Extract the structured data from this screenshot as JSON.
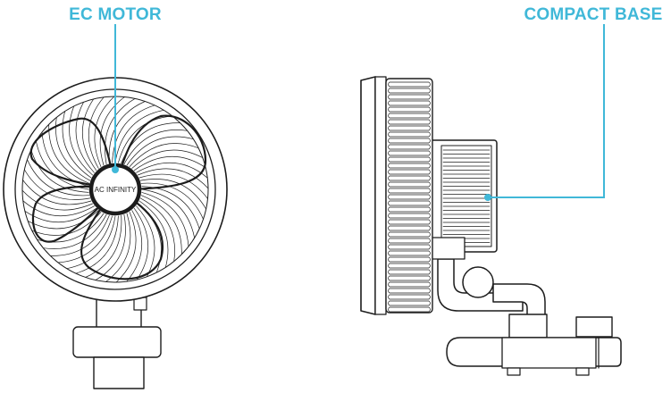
{
  "callouts": {
    "motor_label": "EC MOTOR",
    "base_label": "COMPACT BASE"
  },
  "hub_text": "AC INFINITY",
  "colors": {
    "callout": "#40b8d8",
    "line": "#1c1c1c",
    "background": "#ffffff"
  }
}
